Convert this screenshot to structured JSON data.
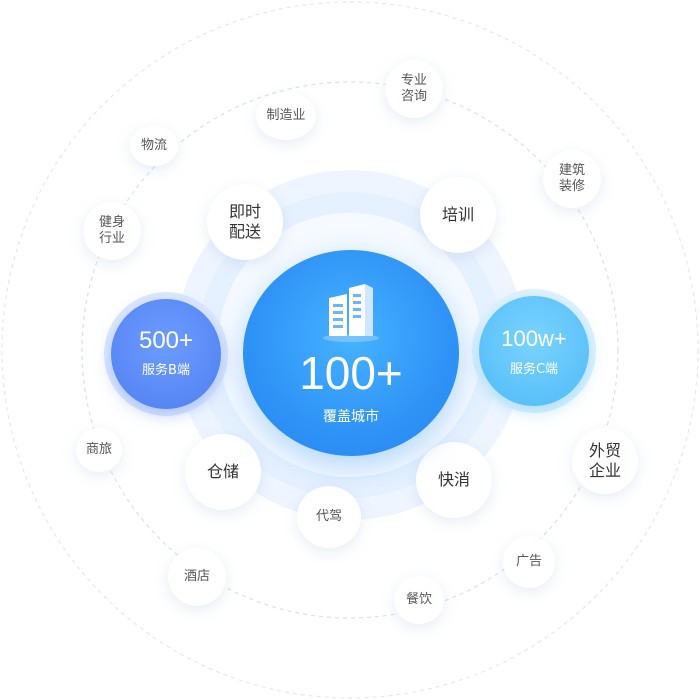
{
  "center": {
    "value": "100+",
    "label": "覆盖城市",
    "icon": "building-icon"
  },
  "left_badge": {
    "value": "500+",
    "label": "服务B端",
    "color": "#5b8ff9"
  },
  "right_badge": {
    "value": "100w+",
    "label": "服务C端",
    "color": "#5ec7ff"
  },
  "inner_ring": [
    "即时\n配送",
    "培训",
    "仓储",
    "代驾",
    "快消"
  ],
  "middle_ring": [
    "制造业",
    "专业\n咨询",
    "建筑\n装修",
    "物流",
    "健身\n行业",
    "外贸\n企业",
    "商旅",
    "广告",
    "酒店",
    "餐饮"
  ]
}
